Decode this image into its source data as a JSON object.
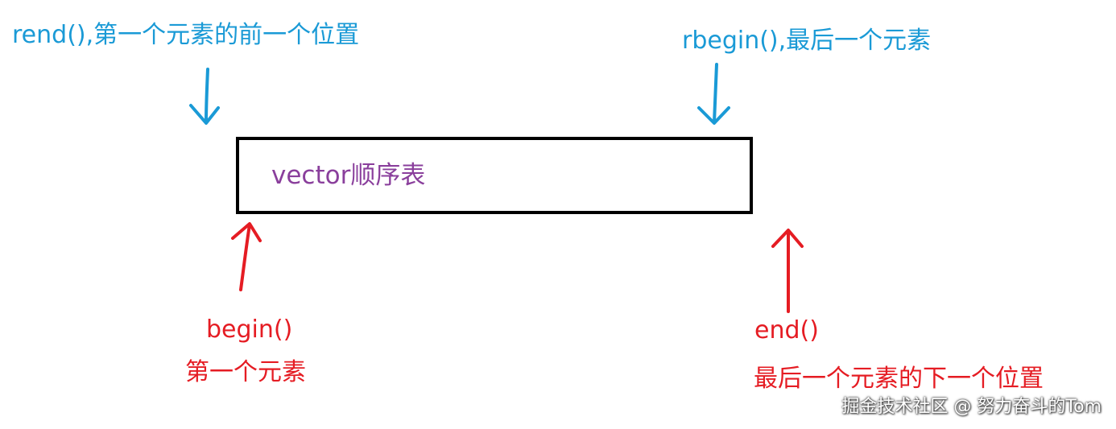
{
  "colors": {
    "iterator_reverse": "#1a9ad6",
    "iterator_forward": "#e51c23",
    "container": "#8a3f9c",
    "box_border": "#000000"
  },
  "container": {
    "label": "vector顺序表"
  },
  "labels": {
    "rend": "rend(),第一个元素的前一个位置",
    "rbegin": "rbegin(),最后一个元素",
    "begin_name": "begin()",
    "begin_desc": "第一个元素",
    "end_name": "end()",
    "end_desc": "最后一个元素的下一个位置"
  },
  "watermark": "掘金技术社区 @ 努力奋斗的Tom"
}
